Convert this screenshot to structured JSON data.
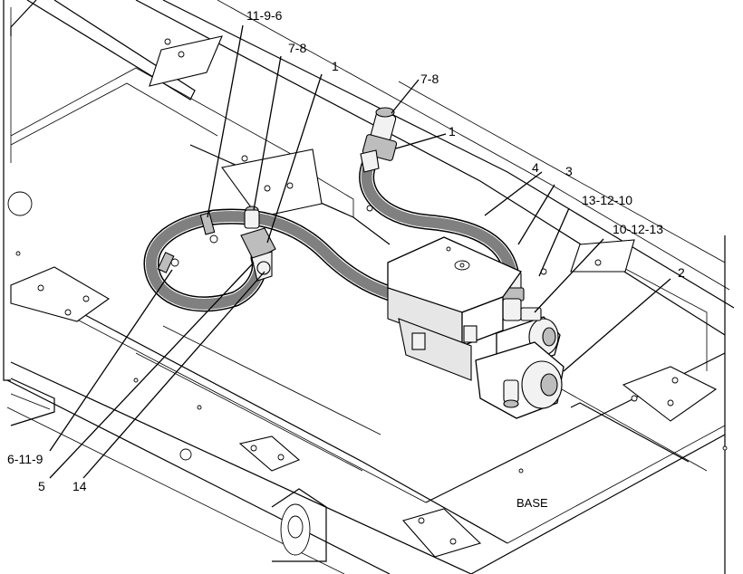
{
  "diagram": {
    "labels": {
      "l_11_9_6": "11-9-6",
      "l_7_8_left": "7-8",
      "l_1_left": "1",
      "l_7_8_right": "7-8",
      "l_1_right": "1",
      "l_4": "4",
      "l_3": "3",
      "l_13_12_10": "13-12-10",
      "l_10_12_13": "10-12-13",
      "l_2": "2",
      "l_6_11_9": "6-11-9",
      "l_5": "5",
      "l_14": "14",
      "base": "BASE"
    }
  }
}
